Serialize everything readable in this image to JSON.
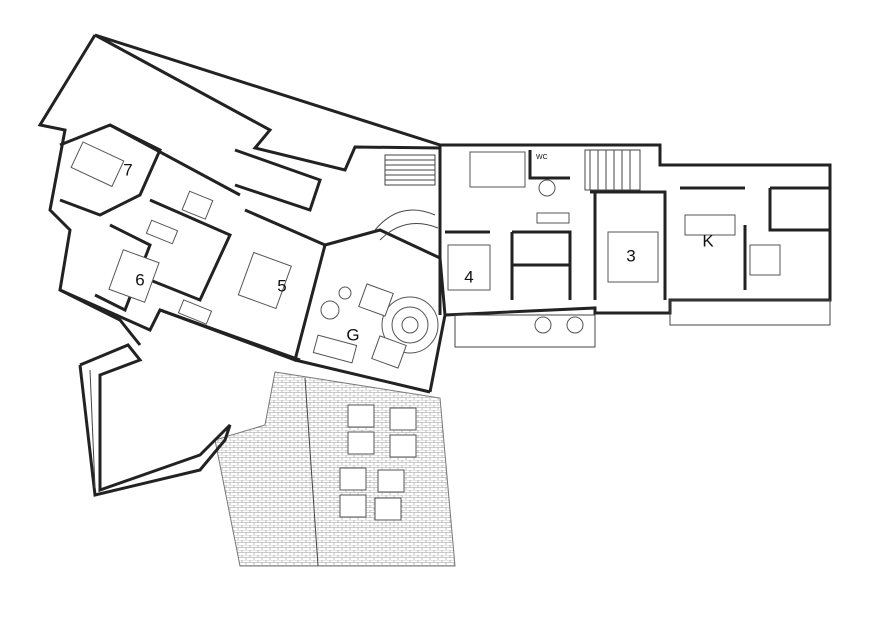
{
  "plan": {
    "rooms": [
      {
        "id": "7",
        "label": "7"
      },
      {
        "id": "6",
        "label": "6"
      },
      {
        "id": "5",
        "label": "5"
      },
      {
        "id": "G",
        "label": "G"
      },
      {
        "id": "4",
        "label": "4"
      },
      {
        "id": "3",
        "label": "3"
      },
      {
        "id": "K",
        "label": "K"
      }
    ],
    "wc_label": "WC"
  }
}
